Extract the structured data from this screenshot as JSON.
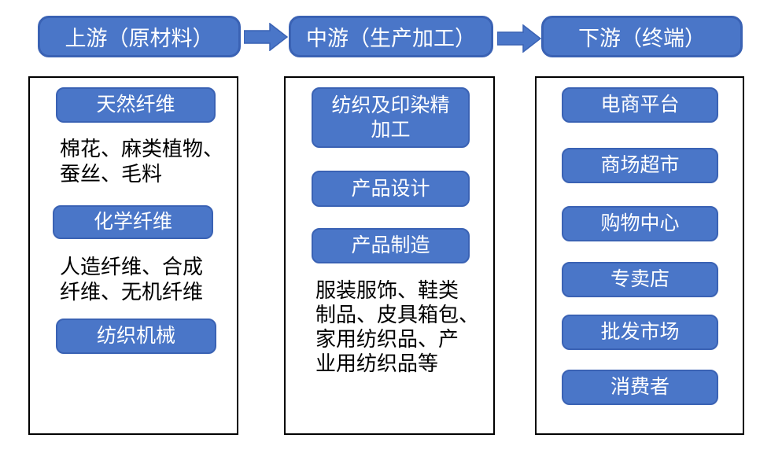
{
  "title": "纺织产业链流程图",
  "colors": {
    "node_fill": "#4A76C8",
    "node_border": "#3A62B4",
    "box_border": "#000000",
    "text_color": "#000000"
  },
  "icons": {
    "flow_arrow": "block-arrow-right"
  },
  "headers": [
    {
      "label": "上游（原材料）"
    },
    {
      "label": "中游（生产加工）"
    },
    {
      "label": "下游（终端）"
    }
  ],
  "columns": [
    {
      "id": "upstream",
      "items": [
        {
          "kind": "pill",
          "label": "天然纤维"
        },
        {
          "kind": "text",
          "label": "棉花、麻类植物、\n蚕丝、毛料"
        },
        {
          "kind": "pill",
          "label": "化学纤维"
        },
        {
          "kind": "text",
          "label": "人造纤维、合成\n纤维、无机纤维"
        },
        {
          "kind": "pill",
          "label": "纺织机械"
        }
      ]
    },
    {
      "id": "midstream",
      "items": [
        {
          "kind": "pill",
          "label": "纺织及印染精\n加工"
        },
        {
          "kind": "pill",
          "label": "产品设计"
        },
        {
          "kind": "pill",
          "label": "产品制造"
        },
        {
          "kind": "text",
          "label": "服装服饰、鞋类\n制品、皮具箱包、\n家用纺织品、产\n业用纺织品等"
        }
      ]
    },
    {
      "id": "downstream",
      "items": [
        {
          "kind": "pill",
          "label": "电商平台"
        },
        {
          "kind": "pill",
          "label": "商场超市"
        },
        {
          "kind": "pill",
          "label": "购物中心"
        },
        {
          "kind": "pill",
          "label": "专卖店"
        },
        {
          "kind": "pill",
          "label": "批发市场"
        },
        {
          "kind": "pill",
          "label": "消费者"
        }
      ]
    }
  ]
}
